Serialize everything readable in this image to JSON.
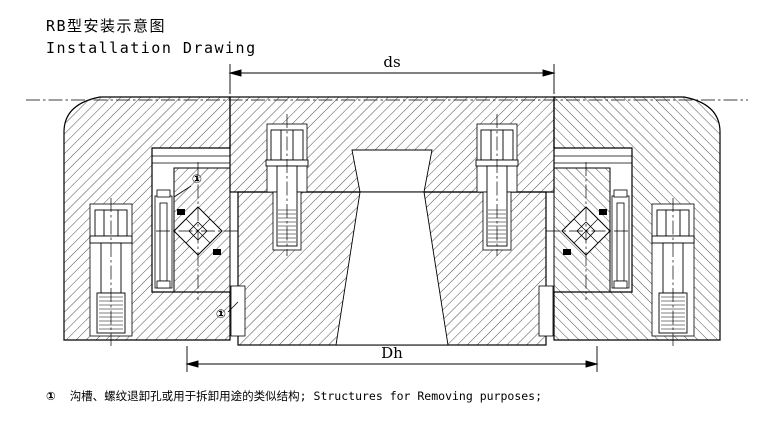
{
  "page": {
    "background": "#ffffff",
    "ink": "#000000"
  },
  "title": {
    "line1": "RB型安装示意图",
    "line2": "Installation Drawing"
  },
  "dimensions": {
    "top_label": "ds",
    "bottom_label": "Dh"
  },
  "callouts": {
    "upper_marker": "①",
    "lower_marker": "①"
  },
  "footnote": {
    "marker": "①",
    "text": "沟槽、螺纹退卸孔或用于拆卸用途的类似结构; Structures for Removing purposes;"
  }
}
